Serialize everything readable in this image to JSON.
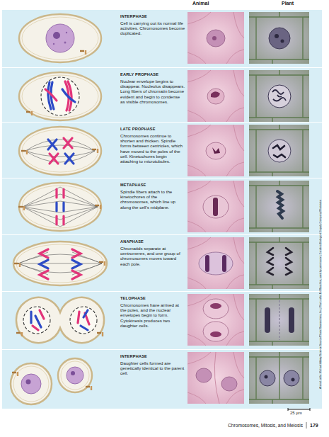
{
  "diagram": {
    "nodes": [
      {
        "text": [
          "INTERPHASE",
          "Cell is carrying out its normal life activities. Chromosomes become duplicated."
        ]
      },
      {
        "text": [
          "EARLY PROPHASE",
          "Nuclear envelope begins to disappear. Nucleolus disappears. Long fibers of chromatin become evident and begin to condense as visible chromosomes."
        ]
      },
      {
        "text": [
          "LATE PROPHASE",
          "Chromosomes continue to shorten and thicken. Spindle forms between centrioles, which have moved to the poles of the cell. Kinetochores begin attaching to microtubules."
        ]
      },
      {
        "text": [
          "METAPHASE",
          "Spindle fibers attach to the kinetochores of the chromosomes, which line up along the cell's midplane."
        ]
      },
      {
        "text": [
          "ANAPHASE",
          "Chromatids separate at centromeres, and one group of chromosomes moves toward each pole."
        ]
      },
      {
        "text": [
          "TELOPHASE",
          "Chromosomes have arrived at the poles, and the nuclear envelopes begin to form. Cytokinesis produces two daughter cells."
        ]
      },
      {
        "text": [
          "INTERPHASE",
          "Daughter cells formed are genetically identical to the parent cell."
        ]
      }
    ],
    "labels": [
      "Animal",
      "Plant",
      "25 µm",
      "Chromosomes, Mitosis, and Meiosis",
      "179",
      "Animal cells: Michael Abbey/Science Source/Photo Researchers, Inc.; Plant cells: Ed Reschke, used by permission; Carolina Biological Supply Company/Phototake"
    ]
  }
}
